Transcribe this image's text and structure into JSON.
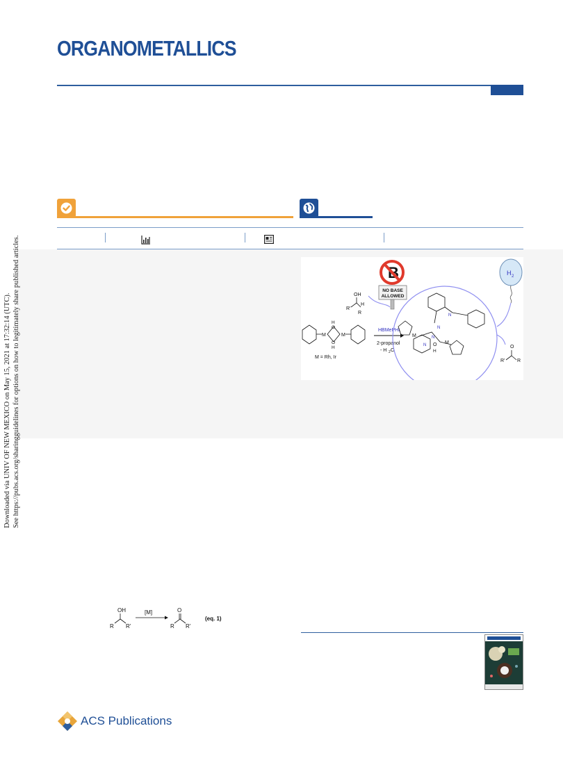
{
  "journal": {
    "title": "ORGANOMETALLICS"
  },
  "side_note": {
    "line1": "Downloaded via UNIV OF NEW MEXICO on May 15, 2021 at 17:32:14 (UTC).",
    "line2": "See https://pubs.acs.org/sharingguidelines for options on how to legitimately share published articles."
  },
  "toc_graphic": {
    "no_base_label_1": "NO BASE",
    "no_base_label_2": "ALLOWED",
    "no_base_symbol": "B",
    "product_gas": "H",
    "product_gas_sub": "2",
    "reagent": "HBMePHI",
    "solvent": "2-propanol",
    "byproduct": "- H",
    "byproduct_sub": "2",
    "byproduct_tail": "O",
    "metal_legend": "M = Rh, Ir",
    "alcohol_oh": "OH",
    "alcohol_h": "H",
    "alcohol_r": "R",
    "alcohol_r1": "R'",
    "ketone_o": "O",
    "ketone_r": "R",
    "ketone_r1": "R'",
    "metal_m": "M",
    "atom_n": "N",
    "atom_o": "O",
    "atom_h": "H"
  },
  "equation": {
    "oh": "OH",
    "r": "R",
    "r1": "R'",
    "catalyst": "[M]",
    "o": "O",
    "label": "(eq. 1)"
  },
  "footer": {
    "publisher": "ACS Publications"
  },
  "colors": {
    "brand_blue": "#1f4f96",
    "badge_orange": "#f0a23a",
    "diagram_violet": "#8f8ff0"
  },
  "icons": [
    "check-circle-icon",
    "globe-icon",
    "bar-chart-icon",
    "article-icon"
  ]
}
